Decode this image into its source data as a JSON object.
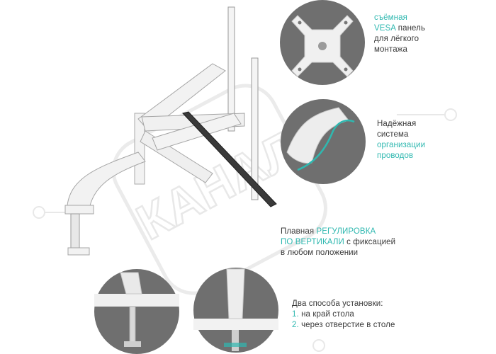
{
  "watermark": "КАНАЛ",
  "colors": {
    "accent": "#2fb8b0",
    "text": "#3a3a3a",
    "circle_bg": "#6f6f6f",
    "arm_white": "#f2f2f2",
    "watermark": "#e6e6e6"
  },
  "features": {
    "vesa": {
      "line1_accent": "съёмная",
      "line2_accent": "VESA",
      "line2_rest": " панель",
      "line3": "для лёгкого",
      "line4": "монтажа"
    },
    "cable": {
      "line1": "Надёжная",
      "line2": "система",
      "line3_accent": "организации",
      "line4_accent": "проводов"
    },
    "height": {
      "line1_pre": "Плавная ",
      "line1_accent": "РЕГУЛИРОВКА",
      "line2_accent": "ПО ВЕРТИКАЛИ",
      "line2_rest": " с фиксацией",
      "line3": "в любом положении"
    },
    "mounting": {
      "title": "Два способа установки:",
      "items": [
        {
          "num": "1.",
          "text": " на край стола"
        },
        {
          "num": "2.",
          "text": " через отверстие в столе"
        }
      ]
    }
  },
  "icons": [
    "vesa-plate-icon",
    "cable-management-icon",
    "clamp-mount-icon",
    "grommet-mount-icon"
  ]
}
